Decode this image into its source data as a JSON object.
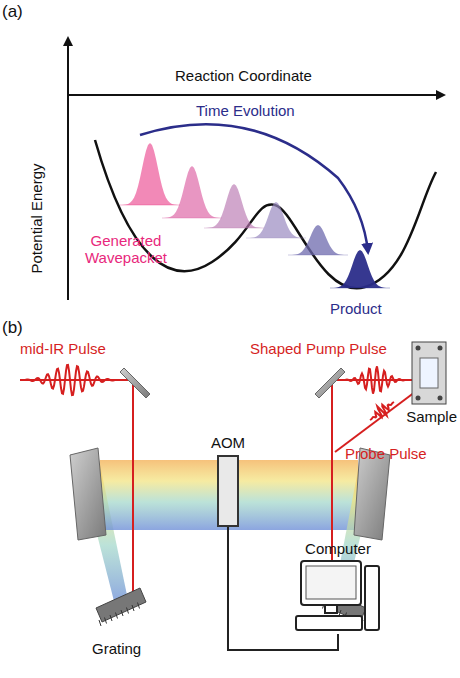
{
  "diagram": {
    "nodes": [
      {
        "text": [
          "AOM"
        ]
      },
      {
        "text": [
          "Computer"
        ]
      }
    ],
    "edges": [
      {
        "from": 0,
        "to": 1,
        "arrow": "none"
      }
    ],
    "labels": [
      "(a)",
      "Reaction Coordinate",
      "Potential Energy",
      "Time Evolution",
      "Generated Wavepacket",
      "Product",
      "(b)",
      "mid-IR Pulse",
      "Shaped Pump Pulse",
      "Sample",
      "Probe Pulse",
      "Grating"
    ]
  }
}
